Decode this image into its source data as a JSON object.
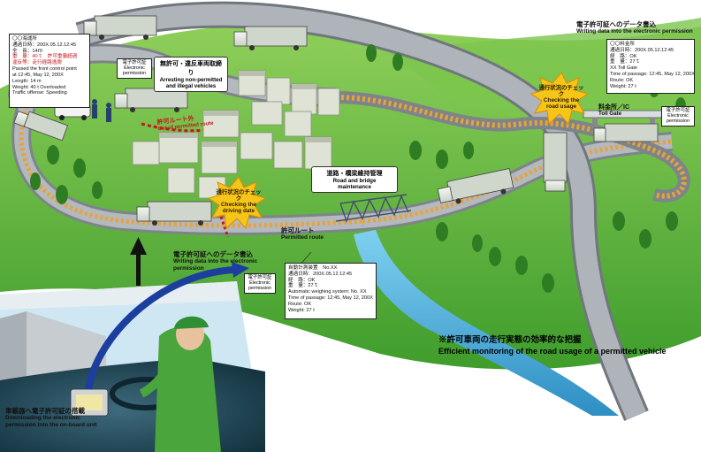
{
  "labels": {
    "write_data_top": {
      "jp": "電子許可証へのデータ書込",
      "en": "Writing data into the electronic permission"
    },
    "write_data_mid": {
      "jp": "電子許可証へのデータ書込",
      "en": "Writing data into the electronic permission"
    },
    "arrest": {
      "jp": "無許可・違反車両取締り",
      "en": "Arresting non-permitted and illegal vehicles"
    },
    "out_of_route": {
      "jp": "許可ルート外",
      "en": "Out of permitted route"
    },
    "road_maintenance": {
      "jp": "道路・橋梁維持管理",
      "en": "Road and bridge maintenance"
    },
    "check_date": {
      "jp": "通行状況のチェック",
      "en": "Checking the driving date"
    },
    "check_usage": {
      "jp": "通行状況のチェック",
      "en": "Checking the road usage"
    },
    "permitted_route": {
      "jp": "許可ルート",
      "en": "Permitted route"
    },
    "toll_gate": {
      "jp": "料金所／IC",
      "en": "Toll Gate"
    },
    "download": {
      "jp": "車載器へ電子許可証の搭載",
      "en": "Downloading the electronic permission into the on-board unit"
    },
    "caption": {
      "jp": "※許可車両の走行実態の効率的な把握",
      "en": "Efficient monitoring of the road usage of a permitted vehicle"
    }
  },
  "tags": {
    "electronic_permission": [
      "電子許可証",
      "Electronic",
      "permission"
    ]
  },
  "card_left": {
    "rows": [
      "〇〇海運所",
      "通過日時：200X.05.12.12:45",
      "全　長：14ｍ",
      "重　量：40ｔ　許可重量超過",
      "違反等：走行経路逸脱",
      "Passed the front control point",
      "at 12:45, May 12, 200X",
      "Length: 14 m",
      "Weight: 40 t Overloaded",
      "Traffic offense: Speeding"
    ]
  },
  "card_right_top": {
    "rows": [
      "〇〇料金所",
      "通過日時：200X.05.12.12:45",
      "経　路：OK",
      "重　量：27ｔ",
      "XX Toll Gate",
      "Time of passage: 12:45, May 12, 200X",
      "Route: OK",
      "Weight: 27 t"
    ]
  },
  "card_mid": {
    "rows": [
      "自動計測装置　No.XX",
      "通過日時：200X.05.12.12:45",
      "経　路：OK",
      "重　量：27ｔ",
      "Automatic weighing system: No. XX",
      "Time of passage: 12:45, May 12, 200X",
      "Route: OK",
      "Weight: 27 t"
    ]
  },
  "colors": {
    "grass": "#63b53a",
    "grass_light": "#9fd46a",
    "road": "#9aa0a6",
    "road_edge": "#5f666d",
    "route_orange": "#e8a23a",
    "burst": "#f5c518",
    "river": "#5bc0e6"
  }
}
